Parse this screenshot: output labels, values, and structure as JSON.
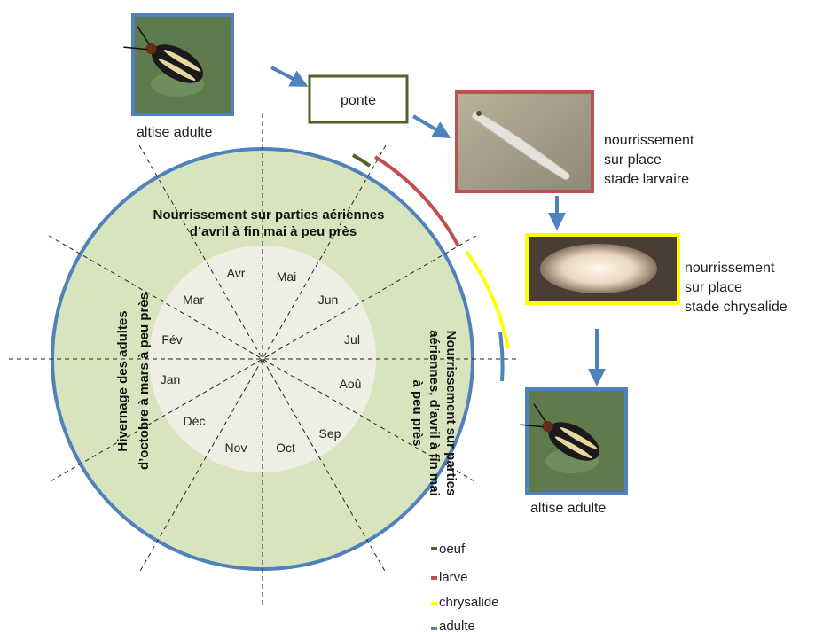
{
  "colors": {
    "outer_ring": "#d7e4bd",
    "inner_disc": "#eeeee4",
    "blue": "#4f81bd",
    "red": "#c0504d",
    "green": "#4f6228",
    "yellow": "#ffff00"
  },
  "months": [
    "Jan",
    "Fév",
    "Mar",
    "Avr",
    "Mai",
    "Jun",
    "Jul",
    "Aoû",
    "Sep",
    "Oct",
    "Nov",
    "Déc"
  ],
  "ring_labels": {
    "top_line1": "Nourrissement sur parties aériennes",
    "top_line2": "d’avril à fin mai à peu près",
    "left_line1": "Hivernage des adultes",
    "left_line2": "d’octobre à mars à peu près",
    "right_line1": "Nourrissement sur parties",
    "right_line2": "aériennes, d’avril à fin mai",
    "right_line3": "à peu près"
  },
  "stages": {
    "adult_top_caption": "altise adulte",
    "ponte": "ponte",
    "larva_caption": [
      "nourrissement",
      "sur place",
      "stade larvaire"
    ],
    "pupa_caption": [
      "nourrissement",
      "sur place",
      "stade chrysalide"
    ],
    "adult_bottom_caption": "altise adulte"
  },
  "legend": [
    {
      "label": "oeuf",
      "color": "#4f6228"
    },
    {
      "label": "larve",
      "color": "#c0504d"
    },
    {
      "label": "chrysalide",
      "color": "#ffff00"
    },
    {
      "label": "adulte",
      "color": "#4f81bd"
    }
  ],
  "icons": {
    "adult_photo": "flea-beetle-photo",
    "larva_photo": "larva-photo",
    "pupa_photo": "pupa-photo"
  }
}
